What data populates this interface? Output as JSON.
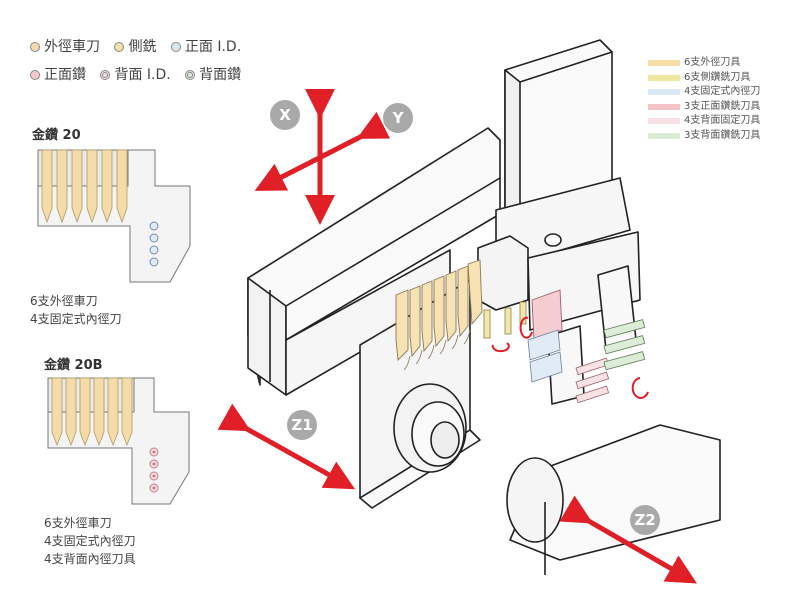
{
  "tool_legend_top": {
    "line1": [
      {
        "label": "外徑車刀",
        "color": "#f3d9a8",
        "ring": false
      },
      {
        "label": "側銑",
        "color": "#eee3a6",
        "ring": false
      },
      {
        "label": "正面 I.D.",
        "color": "#d9e6f2",
        "ring": false
      }
    ],
    "line2": [
      {
        "label": "正面鑽",
        "color": "#f4c9cd",
        "ring": false
      },
      {
        "label": "背面 I.D.",
        "color": "#f6e2e4",
        "ring": true
      },
      {
        "label": "背面鑽",
        "color": "#dcebd8",
        "ring": true
      }
    ]
  },
  "model_a": {
    "title": "金鑽 20",
    "lines": [
      "6支外徑車刀",
      "4支固定式內徑刀"
    ]
  },
  "model_b": {
    "title": "金鑽 20B",
    "lines": [
      "6支外徑車刀",
      "4支固定式內徑刀",
      "4支背面內徑刀具"
    ]
  },
  "tool_legend_right": [
    {
      "label": "6支外徑刀具",
      "color": "#f7dda6"
    },
    {
      "label": "6支側鑽銑刀具",
      "color": "#eee7a0"
    },
    {
      "label": "4支固定式內徑刀",
      "color": "#dce9f5"
    },
    {
      "label": "3支正面鑽銑刀具",
      "color": "#f5c4c9"
    },
    {
      "label": "4支背面固定刀具",
      "color": "#f8e1e4"
    },
    {
      "label": "3支背面鑽銑刀具",
      "color": "#d9ead5"
    }
  ],
  "axes": {
    "x": "X",
    "y": "Y",
    "z1": "Z1",
    "z2": "Z2"
  },
  "colors": {
    "arrow": "#e01f26",
    "outline": "#222222",
    "badge": "#a9a9a9",
    "machine_fill": "#fafafa",
    "shade": "#ececec"
  }
}
